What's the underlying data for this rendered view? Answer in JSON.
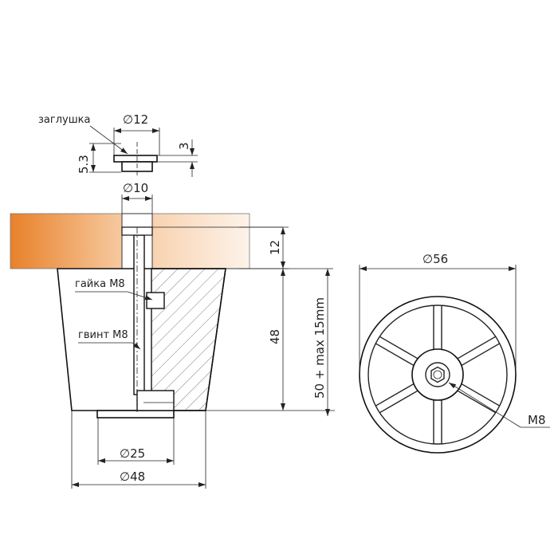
{
  "labels": {
    "plug": "заглушка",
    "nut": "гайка M8",
    "screw": "гвинт M8",
    "thread": "M8"
  },
  "dimensions": {
    "plug_diameter": "∅12",
    "plug_height": "5.3",
    "plug_step": "3",
    "hole_diameter": "∅10",
    "board_thickness": "12",
    "body_height": "48",
    "adjust_height": "50 + max 15mm",
    "foot_diameter": "∅25",
    "body_diameter": "∅48",
    "wheel_diameter": "∅56"
  },
  "colors": {
    "board_dark": "#e8812a",
    "board_light": "#fdf3ea",
    "line": "#222222"
  }
}
